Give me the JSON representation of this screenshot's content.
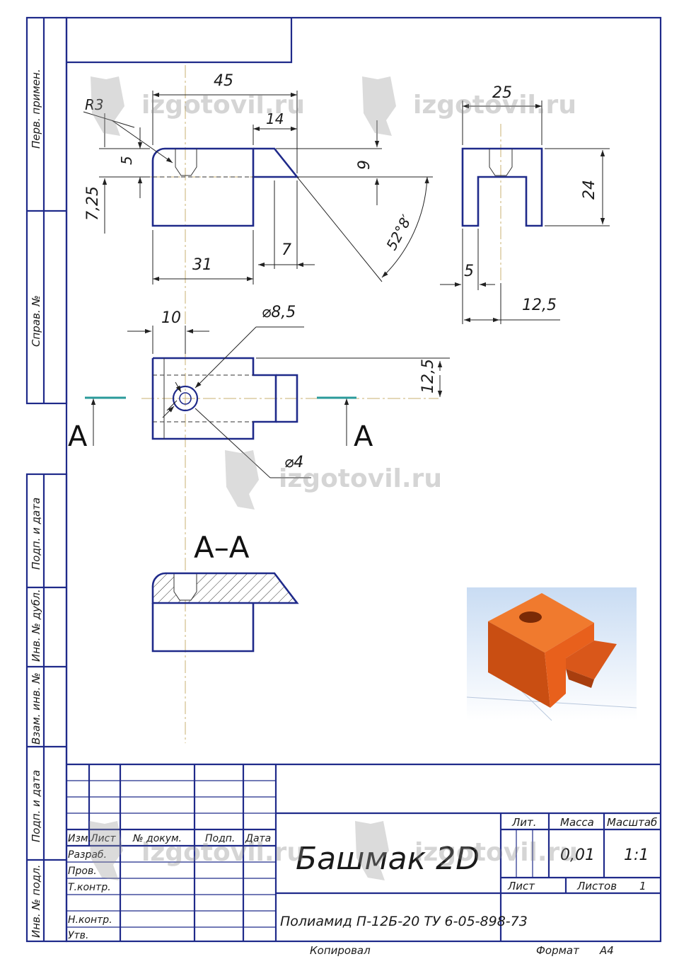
{
  "watermark": {
    "text": "izgotovil.ru"
  },
  "side_labels": {
    "perv_primen": "Перв. примен.",
    "sprav_no": "Справ. №",
    "podp_data_1": "Подп. и дата",
    "inv_dubl": "Инв. № дубл.",
    "vzam_inv": "Взам. инв. №",
    "podp_data_2": "Подп. и дата",
    "inv_podl": "Инв. № подл."
  },
  "dimensions": {
    "top": {
      "d45": "45",
      "d14": "14",
      "r3": "R3",
      "d5": "5",
      "d9": "9",
      "d725": "7,25",
      "d31": "31",
      "d7": "7",
      "angle": "52°8′"
    },
    "side": {
      "d25": "25",
      "d24": "24",
      "d5": "5",
      "d125": "12,5"
    },
    "plan": {
      "d10": "10",
      "dia85": "⌀8,5",
      "dia4": "⌀4",
      "d125": "12,5",
      "cut_a_left": "A",
      "cut_a_right": "A"
    }
  },
  "section_label": "A–A",
  "title_block": {
    "name": "Башмак 2D",
    "material": "Полиамид П-12Б-20   ТУ 6-05-898-73",
    "lit_header": "Лит.",
    "mass_header": "Масса",
    "scale_header": "Масштаб",
    "mass": "0,01",
    "scale": "1:1",
    "sheet_label": "Лист",
    "sheets_label": "Листов",
    "sheets_value": "1",
    "col_izm": "Изм.",
    "col_list": "Лист",
    "col_doc": "№ докум.",
    "col_podp": "Подп.",
    "col_date": "Дата",
    "razrab": "Разраб.",
    "prov": "Пров.",
    "tkontr": "Т.контр.",
    "nkontr": "Н.контр.",
    "utv": "Утв.",
    "copied": "Копировал",
    "format_label": "Формат",
    "format_value": "A4"
  },
  "colors": {
    "outline": "#1f2a8a",
    "part": "#e8601c",
    "render_bg": "#dde8f6",
    "axis": "#c8b070",
    "cutline": "#2a9a9a"
  }
}
